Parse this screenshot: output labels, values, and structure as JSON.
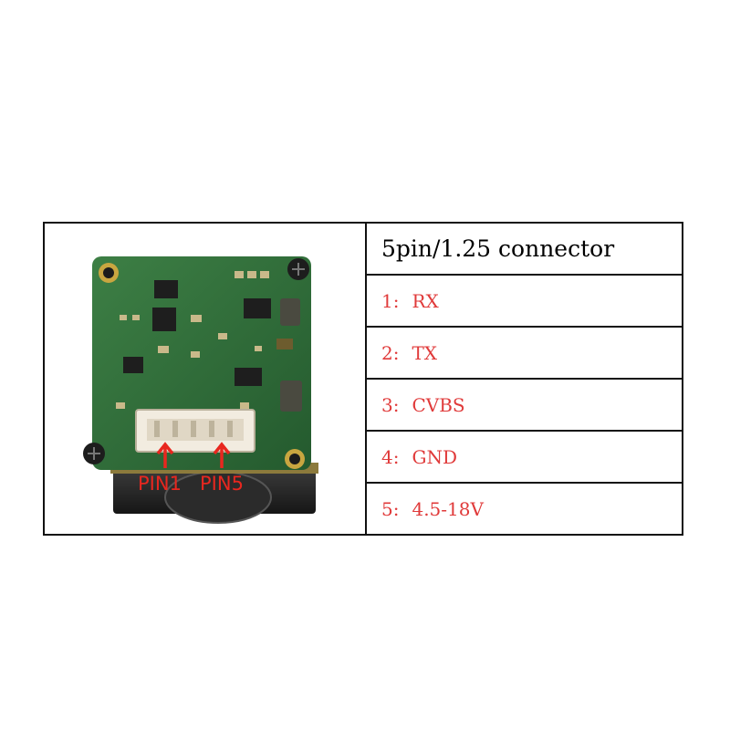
{
  "photo": {
    "pin_labels": [
      "PIN1",
      "PIN5"
    ],
    "colors": {
      "pcb": "#2f6b38",
      "arrow": "#e8271f",
      "housing": "#2a2a2a"
    }
  },
  "table": {
    "header": "5pin/1.25 connector",
    "rows": [
      {
        "num": "1:",
        "signal": "RX"
      },
      {
        "num": "2:",
        "signal": "TX"
      },
      {
        "num": "3:",
        "signal": "CVBS"
      },
      {
        "num": "4:",
        "signal": "GND"
      },
      {
        "num": "5:",
        "signal": "4.5-18V"
      }
    ],
    "text_color": "#e03a3a"
  }
}
